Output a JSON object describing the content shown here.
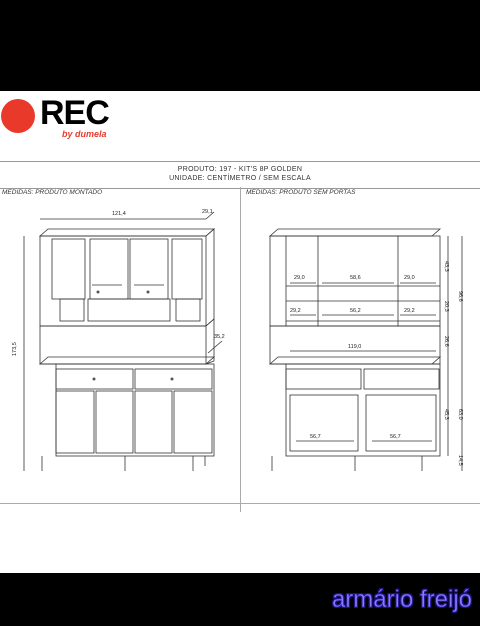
{
  "brand": {
    "name": "REC",
    "byline": "by dumela"
  },
  "header": {
    "product": "PRODUTO: 197 - KIT'S 8P GOLDEN",
    "unit": "UNIDADE: CENTÍMETRO / SEM ESCALA"
  },
  "left_panel": {
    "title": "MEDIDAS: PRODUTO MONTADO",
    "width": "121,4",
    "depth_top": "29,1",
    "height": "173,5",
    "depth_counter": "35,2"
  },
  "right_panel": {
    "title": "MEDIDAS: PRODUTO SEM PORTAS",
    "shelf_left": "29,0",
    "shelf_center": "58,6",
    "shelf_right": "29,0",
    "mid_left": "29,2",
    "mid_center": "56,2",
    "mid_right": "29,2",
    "counter_width": "119,0",
    "lower_left": "56,7",
    "lower_right": "56,7",
    "h1": "43,3",
    "h2": "20,3",
    "h3": "26,6",
    "h4": "45,3",
    "h5": "63,0",
    "h6": "96,6",
    "h7": "14,5"
  },
  "caption": "armário freijó"
}
